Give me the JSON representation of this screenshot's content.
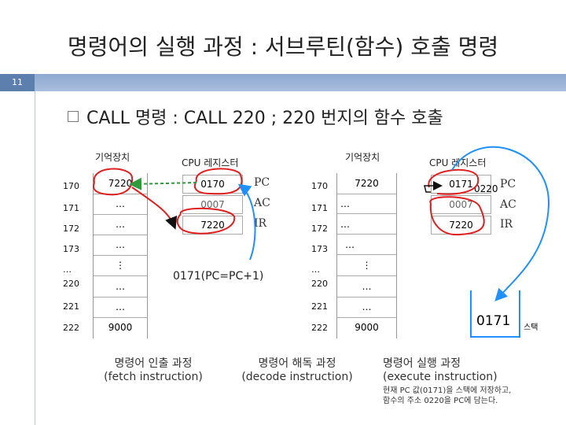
{
  "title": "명령어의 실행 과정 : 서브루틴(함수) 호출 명령",
  "slide_number": "11",
  "subtitle": "CALL 명령 : CALL 220 ; 220 번지의 함수 호출",
  "left_panel": {
    "mem_header": "기억장치",
    "cpu_header": "CPU 레지스터",
    "addresses": [
      "170",
      "171",
      "172",
      "173",
      "…",
      "220",
      "221",
      "222"
    ],
    "mem_values": [
      "7220",
      "…",
      "…",
      "…",
      "⋮",
      "…",
      "…",
      "9000"
    ],
    "reg_values": [
      "0170",
      "0007",
      "7220"
    ],
    "reg_names": [
      "PC",
      "AC",
      "IR"
    ],
    "annotation": "0171(PC=PC+1)"
  },
  "right_panel": {
    "mem_header": "기억장치",
    "cpu_header": "CPU 레지스터",
    "addresses": [
      "170",
      "171",
      "172",
      "173",
      "…",
      "220",
      "221",
      "222"
    ],
    "mem_values": [
      "7220",
      "…",
      "…",
      "…",
      "⋮",
      "…",
      "…",
      "9000"
    ],
    "reg_values": [
      "0171",
      "0007",
      "7220"
    ],
    "reg_names": [
      "PC",
      "AC",
      "IR"
    ],
    "pc_new": "0220",
    "stack_value": "0171",
    "stack_label": "스택"
  },
  "captions": {
    "fetch_ko": "명령어 인출 과정",
    "fetch_en": "(fetch instruction)",
    "decode_ko": "명령어 해독 과정",
    "decode_en": "(decode instruction)",
    "execute_ko": "명령어 실행 과정",
    "execute_en": "(execute instruction)",
    "execute_note": "현재 PC 값(0171)을 스택에 저장하고, 함수의 주소 0220을 PC에 담는다."
  }
}
